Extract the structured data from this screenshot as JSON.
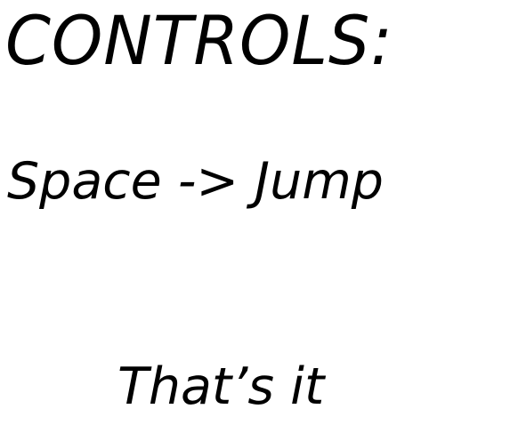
{
  "screen": {
    "title": "CONTROLS:",
    "controls": [
      {
        "key": "Space",
        "arrow": "->",
        "action": "Jump"
      }
    ],
    "footer": "That’s it"
  }
}
